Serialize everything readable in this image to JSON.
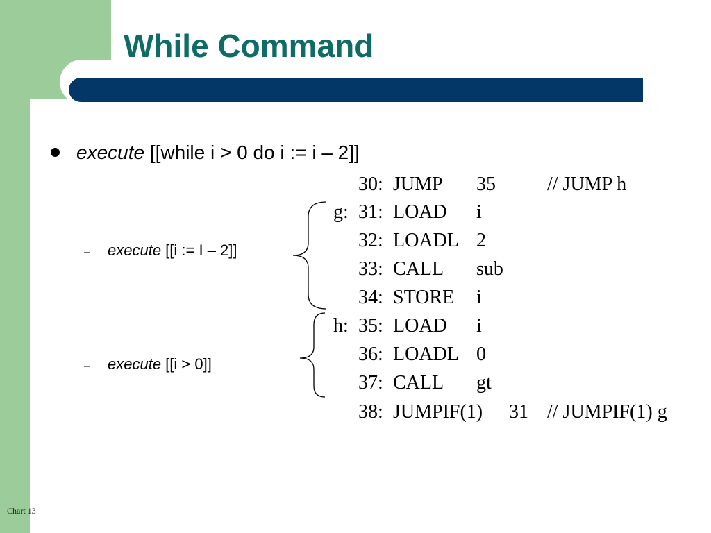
{
  "title": "While Command",
  "bullet": {
    "keyword": "execute",
    "text": " [[while i > 0 do i := i – 2]]"
  },
  "sub_items": [
    {
      "dash": "–",
      "keyword": "execute",
      "text": " [[i := I – 2]]"
    },
    {
      "dash": "–",
      "keyword": "execute",
      "text": " [[i > 0]]"
    }
  ],
  "code_lines": [
    {
      "label": "",
      "addr": "30:",
      "op": "JUMP",
      "arg": "35",
      "comment": "// JUMP h"
    },
    {
      "label": "g:",
      "addr": "31:",
      "op": "LOAD",
      "arg": "i",
      "comment": ""
    },
    {
      "label": "",
      "addr": "32:",
      "op": "LOADL",
      "arg": "2",
      "comment": ""
    },
    {
      "label": "",
      "addr": "33:",
      "op": "CALL",
      "arg": "sub",
      "comment": ""
    },
    {
      "label": "",
      "addr": "34:",
      "op": "STORE",
      "arg": "i",
      "comment": ""
    },
    {
      "label": "h:",
      "addr": "35:",
      "op": "LOAD",
      "arg": "i",
      "comment": ""
    },
    {
      "label": "",
      "addr": "36:",
      "op": "LOADL",
      "arg": "0",
      "comment": ""
    },
    {
      "label": "",
      "addr": "37:",
      "op": "CALL",
      "arg": "gt",
      "comment": ""
    },
    {
      "label": "",
      "addr": "38:",
      "op": "JUMPIF(1)",
      "arg": "31",
      "comment": "// JUMPIF(1) g"
    }
  ],
  "footer": "Chart 13",
  "colors": {
    "sidebar_green": "#9ccc99",
    "title_teal": "#0f6b66",
    "bar_navy": "#033768"
  }
}
